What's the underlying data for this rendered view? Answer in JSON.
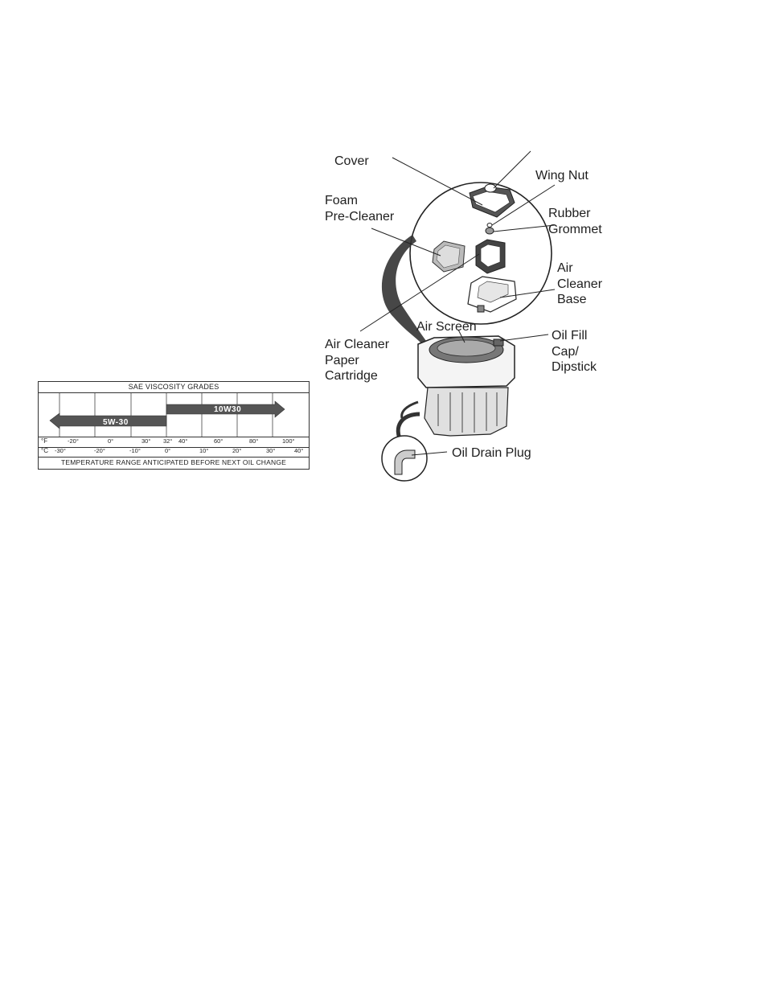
{
  "viscosity_chart": {
    "title": "SAE VISCOSITY GRADES",
    "grades": [
      {
        "label": "5W-30",
        "from_f": -20,
        "to_f": 32
      },
      {
        "label": "10W30",
        "from_f": 32,
        "to_f": 100
      }
    ],
    "fahrenheit": {
      "unit": "°F",
      "ticks": [
        "-20°",
        "0°",
        "30°",
        "32°",
        "40°",
        "60°",
        "80°",
        "100°"
      ]
    },
    "celsius": {
      "unit": "°C",
      "ticks": [
        "-30°",
        "-20°",
        "-10°",
        "0°",
        "10°",
        "20°",
        "30°",
        "40°"
      ]
    },
    "footer": "TEMPERATURE RANGE ANTICIPATED BEFORE NEXT OIL CHANGE"
  },
  "engine_diagram": {
    "labels": {
      "cover": "Cover",
      "wing_nut": "Wing Nut",
      "foam_pre_cleaner": "Foam\nPre-Cleaner",
      "rubber_grommet": "Rubber\nGrommet",
      "air_cleaner_base": "Air\nCleaner\nBase",
      "air_screen": "Air Screen",
      "air_cleaner_paper_cartridge": "Air Cleaner\nPaper\nCartridge",
      "oil_fill_cap_dipstick": "Oil Fill\nCap/\nDipstick",
      "oil_drain_plug": "Oil Drain Plug"
    }
  }
}
